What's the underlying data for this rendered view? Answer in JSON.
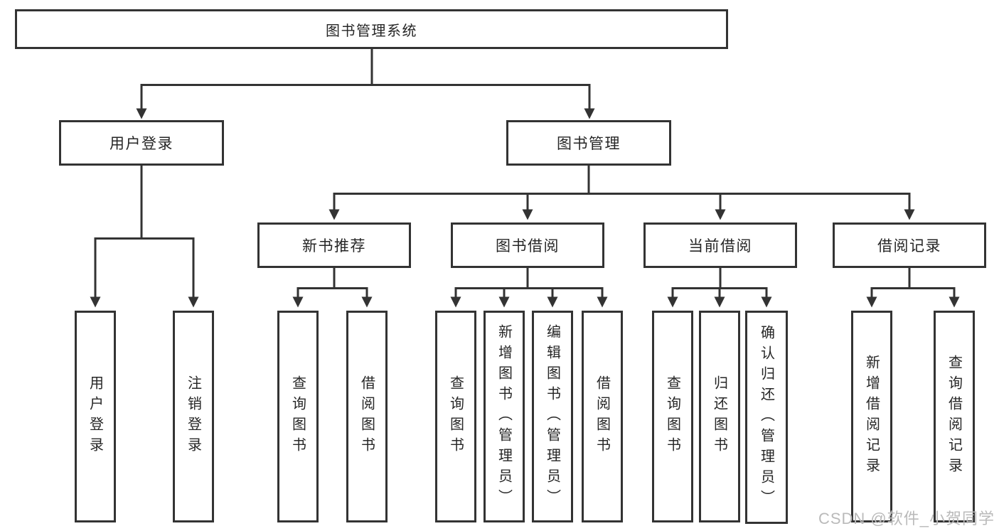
{
  "diagram": {
    "colors": {
      "line": "#333333",
      "box_border": "#333333",
      "text": "#262626",
      "watermark_text": "#bababa",
      "background": "#ffffff"
    },
    "tree": {
      "label": "图书管理系统",
      "children": [
        {
          "label": "用户登录",
          "children": [
            {
              "label": "用户登录"
            },
            {
              "label": "注销登录"
            }
          ]
        },
        {
          "label": "图书管理",
          "children": [
            {
              "label": "新书推荐",
              "children": [
                {
                  "label": "查询图书"
                },
                {
                  "label": "借阅图书"
                }
              ]
            },
            {
              "label": "图书借阅",
              "children": [
                {
                  "label": "查询图书"
                },
                {
                  "label": "新增图书（管理员）"
                },
                {
                  "label": "编辑图书（管理员）"
                },
                {
                  "label": "借阅图书"
                }
              ]
            },
            {
              "label": "当前借阅",
              "children": [
                {
                  "label": "查询图书"
                },
                {
                  "label": "归还图书"
                },
                {
                  "label": "确认归还（管理员）"
                }
              ]
            },
            {
              "label": "借阅记录",
              "children": [
                {
                  "label": "新增借阅记录"
                },
                {
                  "label": "查询借阅记录"
                }
              ]
            }
          ]
        }
      ]
    },
    "watermark": {
      "text": "CSDN @软件_小贺同学"
    }
  }
}
